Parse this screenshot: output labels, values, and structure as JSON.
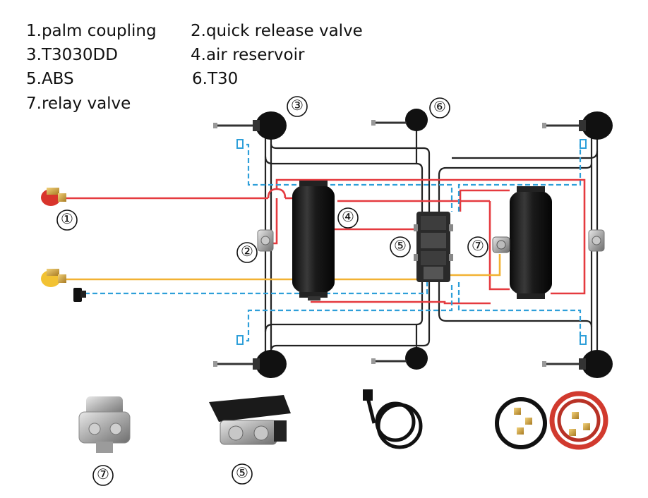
{
  "legend": {
    "item1": "1.palm coupling",
    "item2": "2.quick release valve",
    "item3": "3.T3030DD",
    "item4": "4.air reservoir",
    "item5": "5.ABS",
    "item6": "6.T30",
    "item7": "7.relay valve"
  },
  "callouts": {
    "palm_coupling": "①",
    "quick_release_valve": "②",
    "t3030dd": "③",
    "air_reservoir": "④",
    "abs_main": "⑤",
    "t30": "⑥",
    "relay_valve_main": "⑦",
    "photo_relay_valve": "⑦",
    "photo_abs": "⑤"
  },
  "colors": {
    "red_line": "#e53a3f",
    "blue_dashed_line": "#2e9fd9",
    "yellow_line": "#f2b233",
    "black_line": "#222222"
  }
}
